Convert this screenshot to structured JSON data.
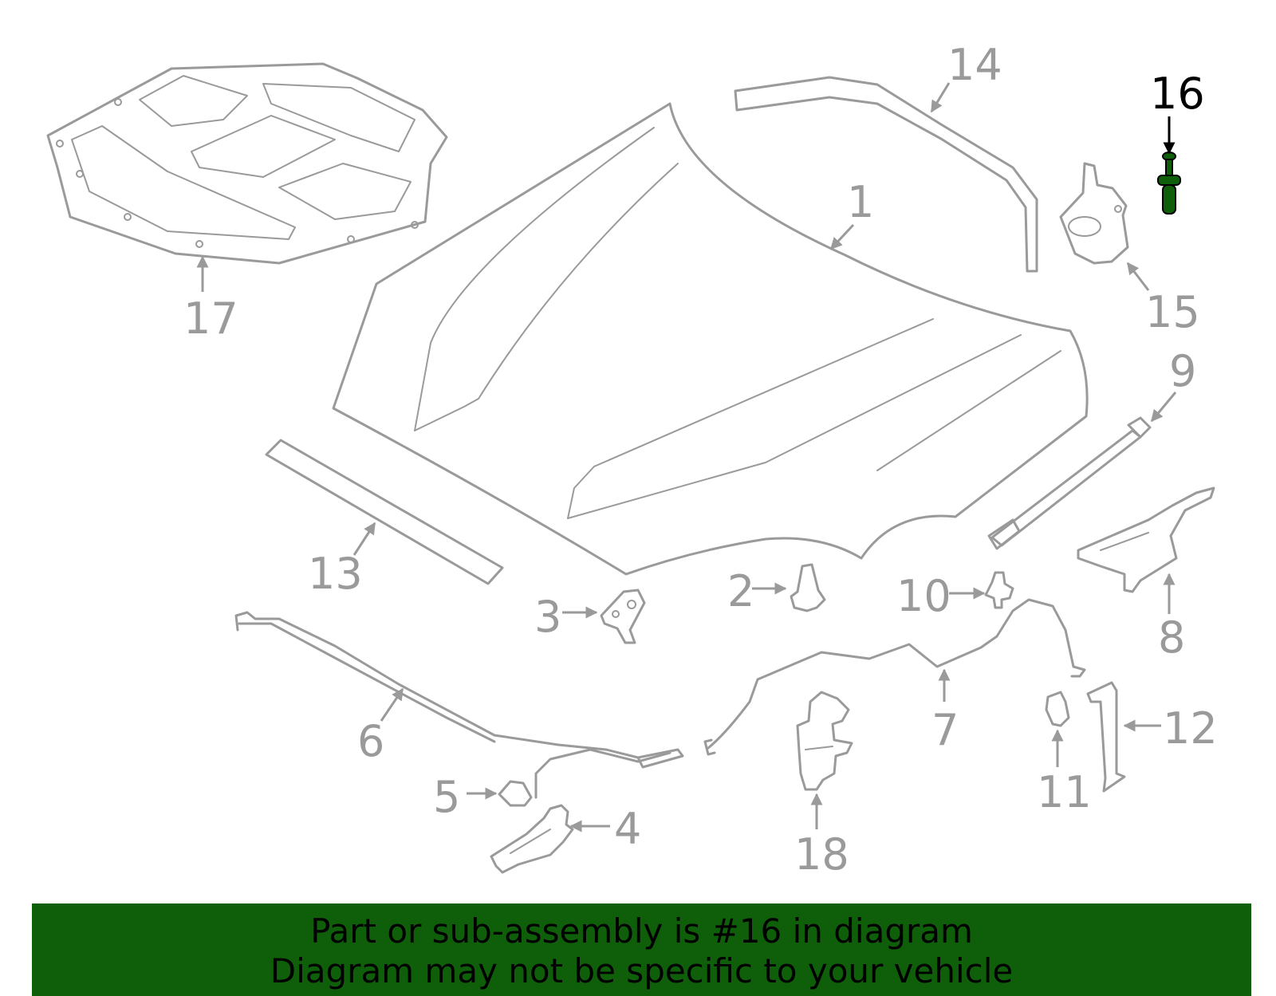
{
  "diagram": {
    "highlighted_part": "16",
    "highlight_color": "#0f5e0a",
    "callouts": [
      {
        "id": "c1",
        "label": "1"
      },
      {
        "id": "c2",
        "label": "2"
      },
      {
        "id": "c3",
        "label": "3"
      },
      {
        "id": "c4",
        "label": "4"
      },
      {
        "id": "c5",
        "label": "5"
      },
      {
        "id": "c6",
        "label": "6"
      },
      {
        "id": "c7",
        "label": "7"
      },
      {
        "id": "c8",
        "label": "8"
      },
      {
        "id": "c9",
        "label": "9"
      },
      {
        "id": "c10",
        "label": "10"
      },
      {
        "id": "c11",
        "label": "11"
      },
      {
        "id": "c12",
        "label": "12"
      },
      {
        "id": "c13",
        "label": "13"
      },
      {
        "id": "c14",
        "label": "14"
      },
      {
        "id": "c15",
        "label": "15"
      },
      {
        "id": "c16",
        "label": "16"
      },
      {
        "id": "c17",
        "label": "17"
      },
      {
        "id": "c18",
        "label": "18"
      }
    ]
  },
  "banner": {
    "line1": "Part or sub-assembly is #16 in diagram",
    "line2": "Diagram may not be specific to your vehicle",
    "background": "#0f5e0a"
  }
}
